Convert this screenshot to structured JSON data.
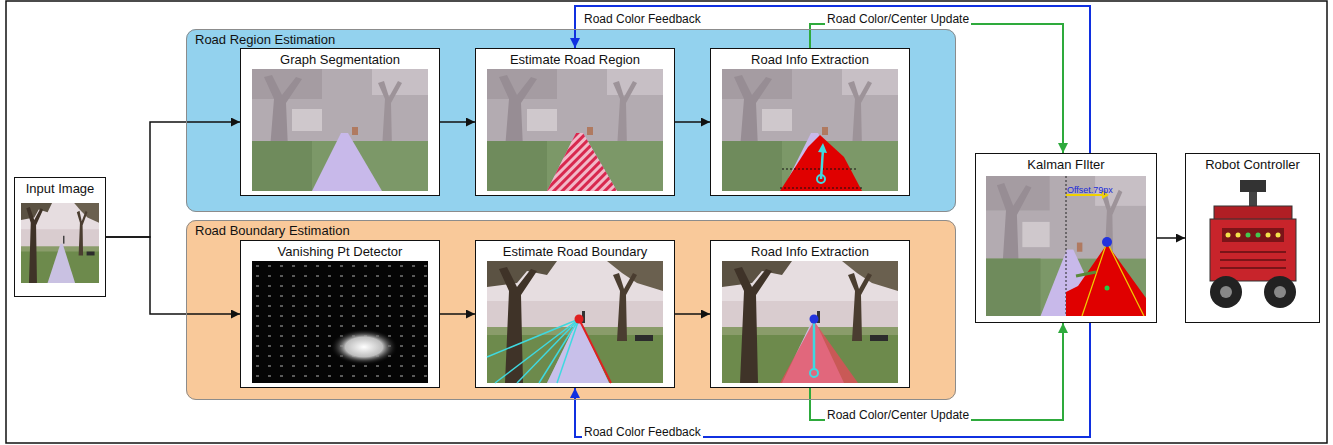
{
  "diagram": {
    "nodes": [
      {
        "text": [
          "Input Image"
        ]
      },
      {
        "text": [
          "Road Region Estimation"
        ]
      },
      {
        "text": [
          "Graph Segmentation"
        ],
        "in": 1
      },
      {
        "text": [
          "Estimate Road Region"
        ],
        "in": 1
      },
      {
        "text": [
          "Road Info Extraction"
        ],
        "in": 1
      },
      {
        "text": [
          "Road Boundary Estimation"
        ]
      },
      {
        "text": [
          "Vanishing Pt Detector"
        ],
        "in": 5
      },
      {
        "text": [
          "Estimate Road Boundary"
        ],
        "in": 5
      },
      {
        "text": [
          "Road Info Extraction"
        ],
        "in": 5
      },
      {
        "text": [
          "Kalman FIlter"
        ]
      },
      {
        "text": [
          "Robot Controller"
        ]
      }
    ],
    "edges": [
      {
        "from": 0,
        "to": 2,
        "arrow": "to"
      },
      {
        "from": 0,
        "to": 6,
        "arrow": "to"
      },
      {
        "from": 2,
        "to": 3,
        "arrow": "to"
      },
      {
        "from": 3,
        "to": 4,
        "arrow": "to"
      },
      {
        "from": 6,
        "to": 7,
        "arrow": "to"
      },
      {
        "from": 7,
        "to": 8,
        "arrow": "to"
      },
      {
        "from": 4,
        "to": 9,
        "label": "Road Color/Center Update",
        "arrow": "to"
      },
      {
        "from": 9,
        "to": 3,
        "label": "Road Color Feedback",
        "arrow": "to"
      },
      {
        "from": 8,
        "to": 9,
        "label": "Road Color/Center Update",
        "arrow": "to"
      },
      {
        "from": 9,
        "to": 7,
        "label": "Road Color Feedback",
        "arrow": "to"
      },
      {
        "from": 9,
        "to": 10,
        "arrow": "to"
      }
    ],
    "labels": [
      "Offset.79px"
    ]
  }
}
